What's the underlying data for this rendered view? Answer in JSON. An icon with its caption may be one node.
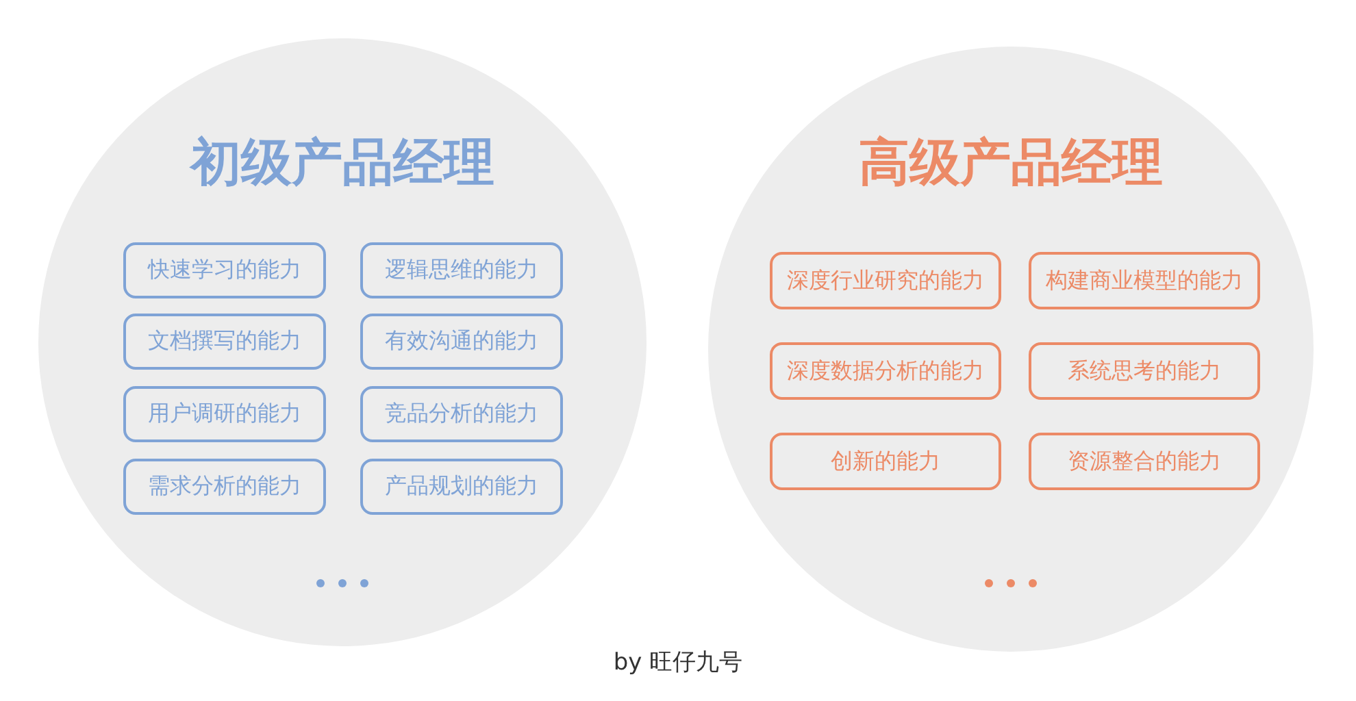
{
  "diagram": {
    "nodes": [
      {
        "text": [
          "初级产品经理"
        ]
      },
      {
        "text": [
          "快速学习的能力"
        ],
        "in": 0
      },
      {
        "text": [
          "逻辑思维的能力"
        ],
        "in": 0
      },
      {
        "text": [
          "文档撰写的能力"
        ],
        "in": 0
      },
      {
        "text": [
          "有效沟通的能力"
        ],
        "in": 0
      },
      {
        "text": [
          "用户调研的能力"
        ],
        "in": 0
      },
      {
        "text": [
          "竞品分析的能力"
        ],
        "in": 0
      },
      {
        "text": [
          "需求分析的能力"
        ],
        "in": 0
      },
      {
        "text": [
          "产品规划的能力"
        ],
        "in": 0
      },
      {
        "text": [
          "高级产品经理"
        ]
      },
      {
        "text": [
          "深度行业研究的能力"
        ],
        "in": 9
      },
      {
        "text": [
          "构建商业模型的能力"
        ],
        "in": 9
      },
      {
        "text": [
          "深度数据分析的能力"
        ],
        "in": 9
      },
      {
        "text": [
          "系统思考的能力"
        ],
        "in": 9
      },
      {
        "text": [
          "创新的能力"
        ],
        "in": 9
      },
      {
        "text": [
          "资源整合的能力"
        ],
        "in": 9
      }
    ],
    "edges": [],
    "caption": "by 旺仔九号"
  }
}
